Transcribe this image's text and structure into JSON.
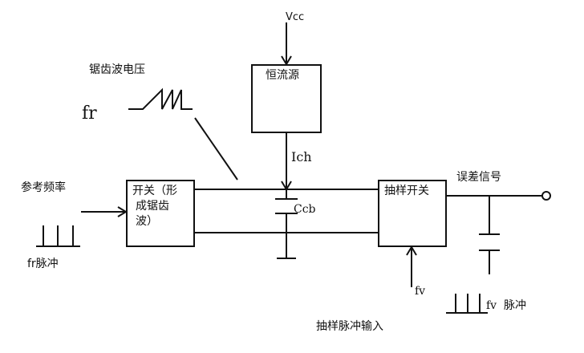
{
  "labels": {
    "vcc": "Vcc",
    "sawtooth_voltage": "锯齿波电压",
    "fr_big": "fr",
    "reference_frequency": "参考频率",
    "fr_pulse": "fr脉冲",
    "ich": "Ich",
    "ccb": "Ccb",
    "error_signal": "误差信号",
    "fv": "fv",
    "fv_pulse": "fv  脉冲",
    "sampling_pulse_input": "抽样脉冲输入"
  },
  "blocks": {
    "current_source": "恒流源",
    "switch_line1": "开关（形",
    "switch_line2": "成锯齿",
    "switch_line3": "波）",
    "sampling_switch": "抽样开关"
  }
}
